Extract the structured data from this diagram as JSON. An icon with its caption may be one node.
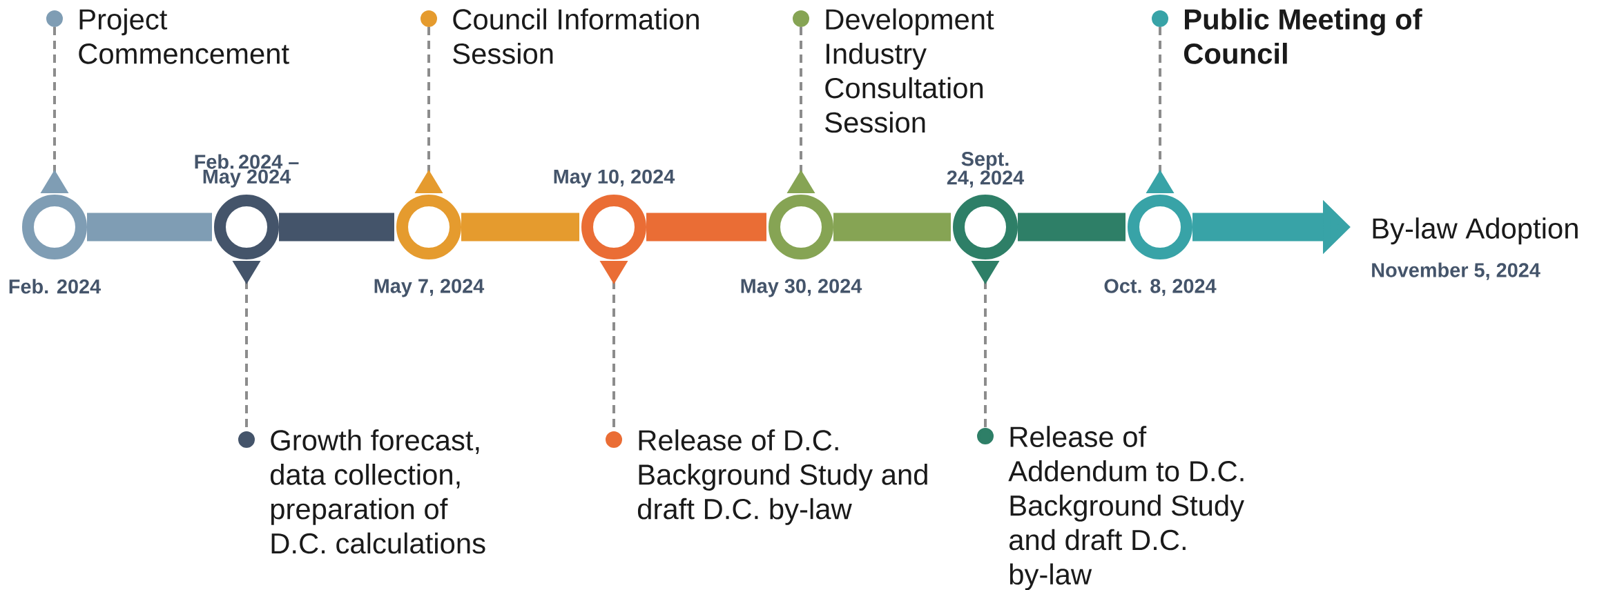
{
  "diagram": {
    "nodes": [
      {
        "text": [],
        "shape": "circle",
        "beside": [
          "Feb. 2024"
        ]
      },
      {
        "text": [],
        "shape": "circle",
        "beside": [
          "Feb. 2024 – May 2024"
        ]
      },
      {
        "text": [],
        "shape": "circle",
        "beside": [
          "May 7, 2024"
        ]
      },
      {
        "text": [],
        "shape": "circle",
        "beside": [
          "May 10, 2024"
        ]
      },
      {
        "text": [],
        "shape": "circle",
        "beside": [
          "May 30, 2024"
        ]
      },
      {
        "text": [],
        "shape": "circle",
        "beside": [
          "Sept. 24, 2024"
        ]
      },
      {
        "text": [],
        "shape": "circle",
        "beside": [
          "Oct. 8, 2024"
        ]
      },
      {
        "text": [
          "By-law Adoption",
          "November 5, 2024"
        ]
      },
      {
        "text": [
          "Project Commencement"
        ]
      },
      {
        "text": [
          "Growth forecast, data collection, preparation of D.C. calculations"
        ]
      },
      {
        "text": [
          "Council Information Session"
        ]
      },
      {
        "text": [
          "Release of D.C. Background Study and draft D.C. by-law"
        ]
      },
      {
        "text": [
          "Development Industry Consultation Session"
        ]
      },
      {
        "text": [
          "Release of Addendum to D.C. Background Study and draft D.C. by-law"
        ]
      },
      {
        "text": [
          "Public Meeting of Council"
        ]
      }
    ],
    "edges": [
      {
        "from": 0,
        "to": 1,
        "arrow": "none",
        "style": "thick",
        "color": "#7f9db4"
      },
      {
        "from": 1,
        "to": 2,
        "arrow": "none",
        "style": "thick",
        "color": "#44546a"
      },
      {
        "from": 2,
        "to": 3,
        "arrow": "none",
        "style": "thick",
        "color": "#e59b2e"
      },
      {
        "from": 3,
        "to": 4,
        "arrow": "none",
        "style": "thick",
        "color": "#ea6d35"
      },
      {
        "from": 4,
        "to": 5,
        "arrow": "none",
        "style": "thick",
        "color": "#86a454"
      },
      {
        "from": 5,
        "to": 6,
        "arrow": "none",
        "style": "thick",
        "color": "#2e7f67"
      },
      {
        "from": 6,
        "to": 7,
        "arrow": "to",
        "style": "thick",
        "color": "#38a3a7"
      },
      {
        "from": 0,
        "to": 8,
        "arrow": "to",
        "style": "dashed",
        "color": "#8c8c8c"
      },
      {
        "from": 1,
        "to": 9,
        "arrow": "to",
        "style": "dashed",
        "color": "#8c8c8c"
      },
      {
        "from": 2,
        "to": 10,
        "arrow": "to",
        "style": "dashed",
        "color": "#8c8c8c"
      },
      {
        "from": 3,
        "to": 11,
        "arrow": "to",
        "style": "dashed",
        "color": "#8c8c8c"
      },
      {
        "from": 4,
        "to": 12,
        "arrow": "to",
        "style": "dashed",
        "color": "#8c8c8c"
      },
      {
        "from": 5,
        "to": 13,
        "arrow": "to",
        "style": "dashed",
        "color": "#8c8c8c"
      },
      {
        "from": 6,
        "to": 14,
        "arrow": "to",
        "style": "dashed",
        "color": "#8c8c8c"
      }
    ]
  }
}
